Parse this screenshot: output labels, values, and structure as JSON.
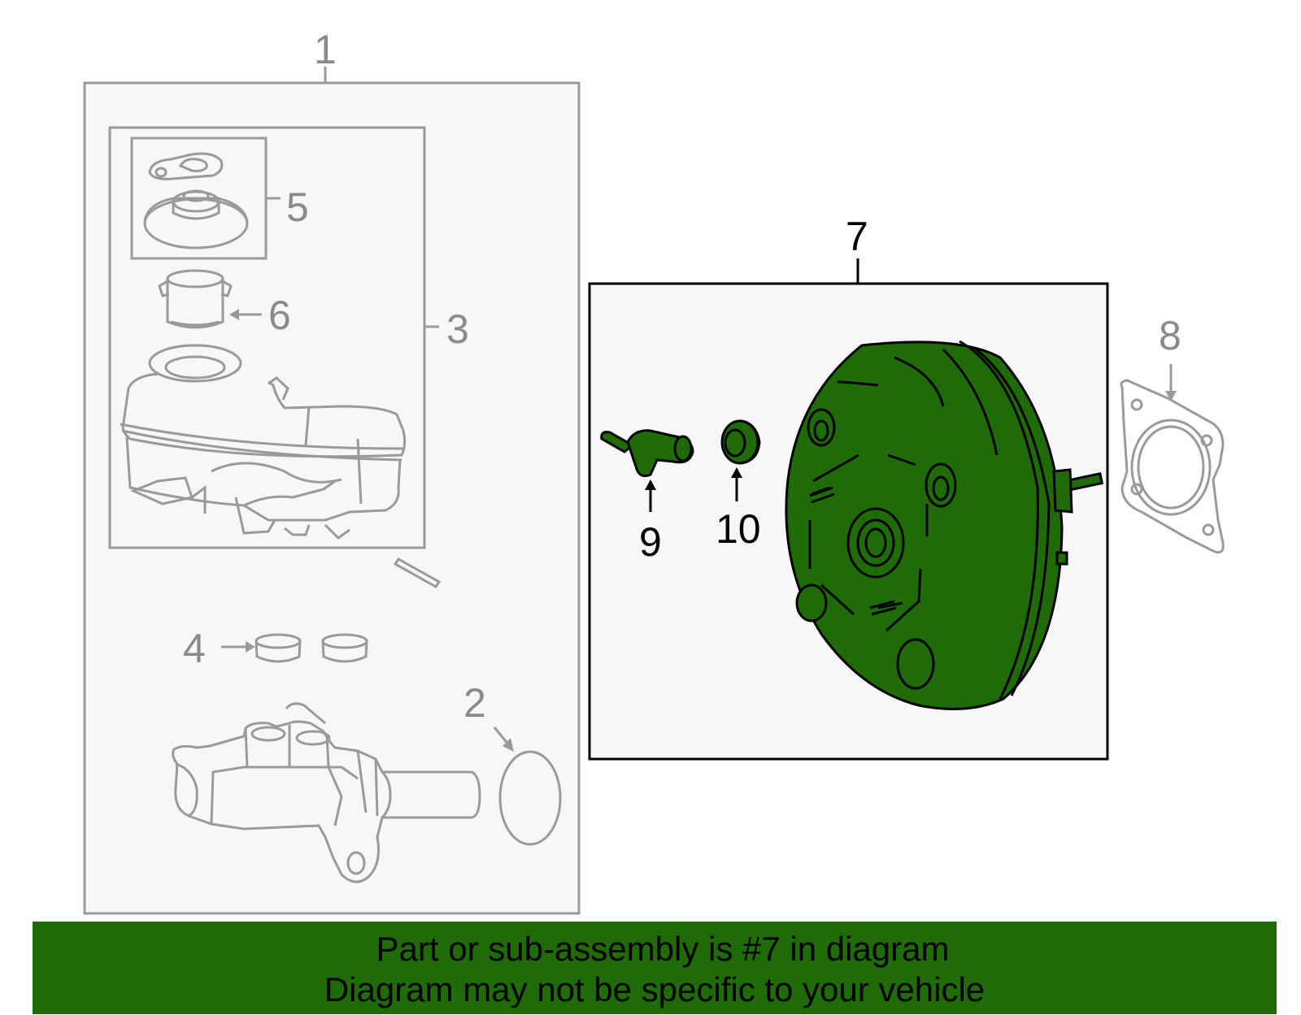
{
  "callouts": {
    "c1": "1",
    "c2": "2",
    "c3": "3",
    "c4": "4",
    "c5": "5",
    "c6": "6",
    "c7": "7",
    "c8": "8",
    "c9": "9",
    "c10": "10"
  },
  "banner": {
    "line1": "Part or sub-assembly is #7 in diagram",
    "line2": "Diagram may not be specific to your vehicle"
  },
  "colors": {
    "highlight": "#1f6b08",
    "faded_line": "#9a9a9a",
    "panel_fill": "#f7f7f7"
  }
}
